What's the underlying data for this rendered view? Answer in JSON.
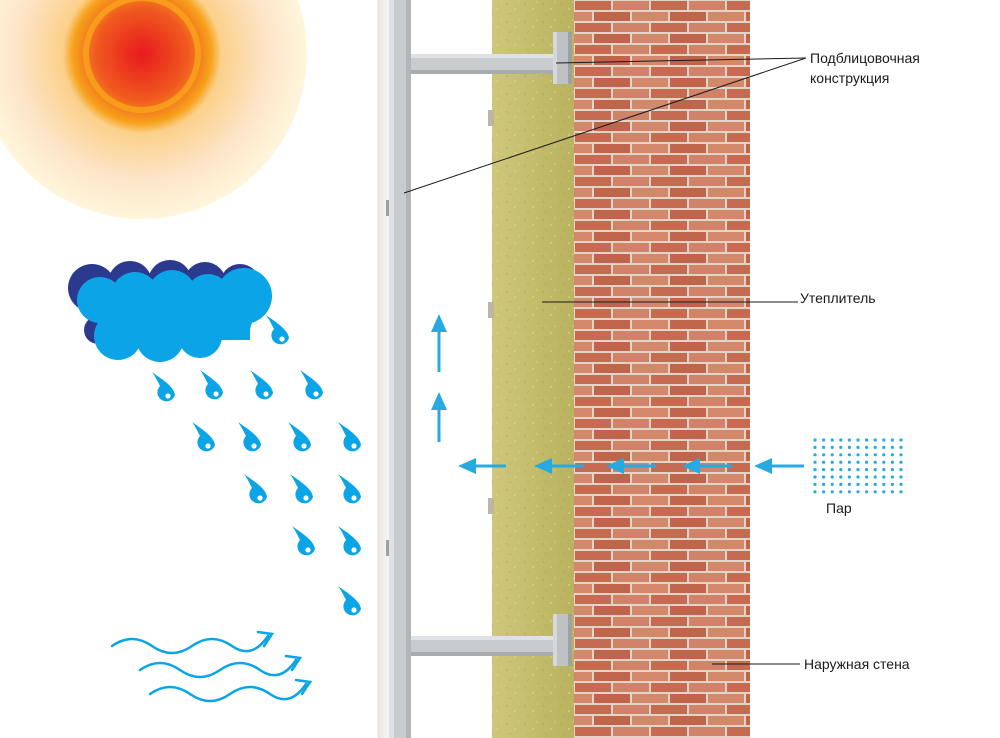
{
  "labels": {
    "substructure": "Подблицовочная\nконструкция",
    "insulation": "Утеплитель",
    "vapor": "Пар",
    "outer_wall": "Наружная стена"
  },
  "icons": [
    "sun-icon",
    "rain-cloud-icon",
    "raindrop-icon",
    "wind-icon",
    "vapor-dots-icon",
    "arrow-left-icon",
    "arrow-up-icon"
  ],
  "colors": {
    "sun_core": "#e8191e",
    "sun_mid": "#f7a21b",
    "sun_halo": "#fde9b0",
    "cloud": "#0ba4e6",
    "cloud_shadow": "#2b3a8e",
    "rain": "#0ba4e6",
    "arrow": "#27a9e1",
    "brick": "#c8705a",
    "mortar": "#e6dfd3",
    "insulation": "#c8c070",
    "facade_panel": "#f4f4f2",
    "metal": "#c7cacc"
  }
}
